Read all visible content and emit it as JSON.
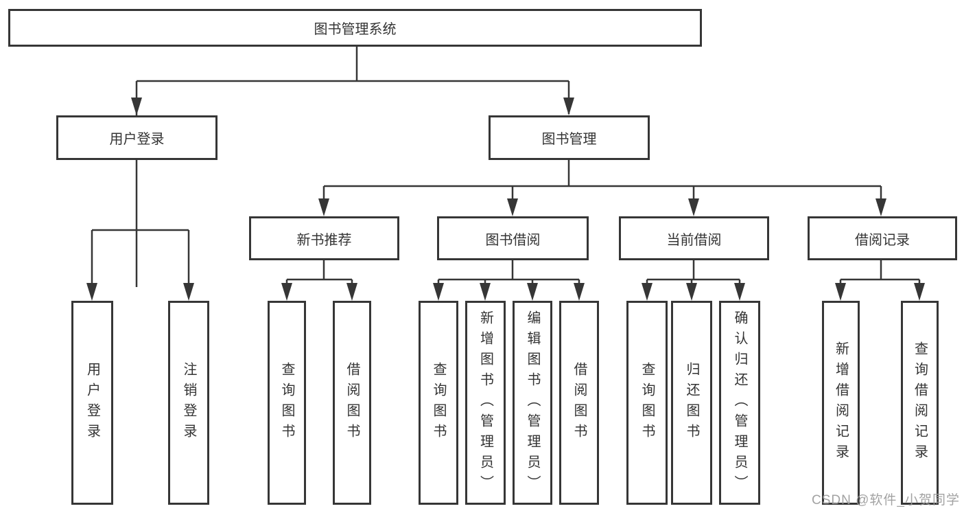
{
  "diagram_title": "图书管理系统",
  "tree": {
    "label": "图书管理系统",
    "children": [
      {
        "label": "用户登录",
        "children": [
          {
            "label": "用户登录"
          },
          {
            "label": "注销登录"
          }
        ]
      },
      {
        "label": "图书管理",
        "children": [
          {
            "label": "新书推荐",
            "children": [
              {
                "label": "查询图书"
              },
              {
                "label": "借阅图书"
              }
            ]
          },
          {
            "label": "图书借阅",
            "children": [
              {
                "label": "查询图书"
              },
              {
                "label": "新增图书（管理员）"
              },
              {
                "label": "编辑图书（管理员）"
              },
              {
                "label": "借阅图书"
              }
            ]
          },
          {
            "label": "当前借阅",
            "children": [
              {
                "label": "查询图书"
              },
              {
                "label": "归还图书"
              },
              {
                "label": "确认归还（管理员）"
              }
            ]
          },
          {
            "label": "借阅记录",
            "children": [
              {
                "label": "新增借阅记录"
              },
              {
                "label": "查询借阅记录"
              }
            ]
          }
        ]
      }
    ]
  },
  "colors": {
    "line": "#363636",
    "text": "#333333",
    "box_background": "#ffffff",
    "watermark": "#9b9b9b"
  },
  "watermark": {
    "text": "CSDN @软件_小贺同学"
  }
}
